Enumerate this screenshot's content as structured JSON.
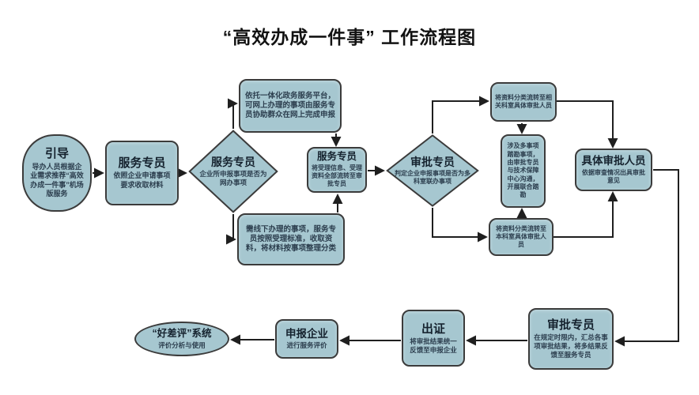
{
  "title": "“高效办成一件事” 工作流程图",
  "colors": {
    "node_fill": "#a6c7d0",
    "node_border": "#3b3b3b",
    "arrow": "#1f1f1f",
    "title_text": "#15222e",
    "body_text": "#2c3e4e"
  },
  "nodes": {
    "guide": {
      "title": "引导",
      "body": "导办人员根据企业需求推荐“高效办成一件事”机场版服务"
    },
    "service1": {
      "title": "服务专员",
      "body": "依照企业申请事项要求收取材料"
    },
    "decision_online": {
      "title": "服务专员",
      "body": "企业所申报事项是否为网办事项"
    },
    "online_path": {
      "body": "依托一体化政务服务平台，可网上办理的事项由服务专员协助群众在网上完成申报"
    },
    "offline_path": {
      "body": "需线下办理的事项，服务专员按照受理标准，收取资料，将材料按事项整理分类"
    },
    "service2": {
      "title": "服务专员",
      "body": "将受理信息、受理资料全部流转至审批专员"
    },
    "decision_multi": {
      "title": "审批专员",
      "body": "判定企业申报事项是否为多科室联办事项"
    },
    "transfer_related": {
      "body": "将资料分类流转至相关科室具体审批人员"
    },
    "joint_survey": {
      "body": "涉及多事项踏勘事项，由审批专员与技术保障中心沟通，开展联合踏勘"
    },
    "transfer_own": {
      "body": "将资料分类流转至本科室具体审批人员"
    },
    "approver_detail": {
      "title": "具体审批人员",
      "body": "依据审查情况出具审批意见"
    },
    "approver_summary": {
      "title": "审批专员",
      "body": "在规定时限内，汇总各事项审批结果，将多结果反馈至服务专员"
    },
    "certificate": {
      "title": "出证",
      "body": "将审批结果统一反馈至申报企业"
    },
    "applicant": {
      "title": "申报企业",
      "body": "进行服务评价"
    },
    "evaluation": {
      "title": "“好差评”系统",
      "body": "评价分析与使用"
    }
  }
}
